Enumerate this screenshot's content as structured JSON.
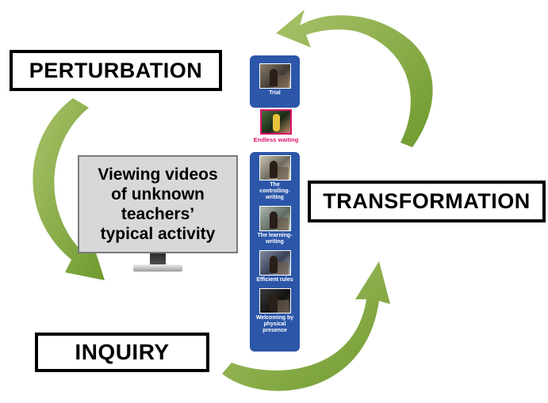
{
  "labels": {
    "perturbation": "PERTURBATION",
    "inquiry": "INQUIRY",
    "transformation": "TRANSFORMATION"
  },
  "monitor": {
    "text": "Viewing videos\nof unknown\nteachers’\ntypical activity"
  },
  "videos": {
    "top": [
      {
        "label": "Trial"
      }
    ],
    "waiting": {
      "label": "Endless waiting"
    },
    "bottom": [
      {
        "label": "The\ncontrolling-\nwriting"
      },
      {
        "label": "The learning-\nwriting"
      },
      {
        "label": "Efficient rules"
      },
      {
        "label": "Welcoming by\nphysical\npresence"
      }
    ]
  },
  "colors": {
    "arrow_green": "#8fb04a",
    "panel_blue": "#2c56a8",
    "waiting_magenta": "#e0116b"
  }
}
